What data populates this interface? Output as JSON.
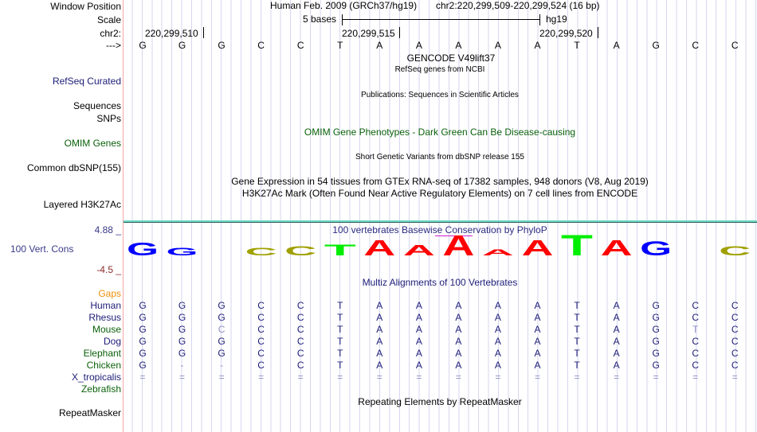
{
  "header": {
    "window_position_label": "Window Position",
    "scale_label": "Scale",
    "chrom_label": "chr2:",
    "strand_label": "--->",
    "assembly": "Human Feb. 2009 (GRCh37/hg19)",
    "position": "chr2:220,299,509-220,299,524 (16 bp)",
    "scale_text": "5 bases",
    "scale_db": "hg19",
    "coords": [
      "220,299,510",
      "220,299,515",
      "220,299,520"
    ]
  },
  "sequence": [
    "G",
    "G",
    "G",
    "C",
    "C",
    "T",
    "A",
    "A",
    "A",
    "A",
    "A",
    "T",
    "A",
    "G",
    "C",
    "C"
  ],
  "tracks": {
    "gencode": "GENCODE V49lift37",
    "refseq_title": "RefSeq genes from NCBI",
    "refseq_label": "RefSeq Curated",
    "publications_title": "Publications: Sequences in Scientific Articles",
    "sequences_label": "Sequences",
    "snps_label": "SNPs",
    "omim_title": "OMIM Gene Phenotypes - Dark Green Can Be Disease-causing",
    "omim_label": "OMIM Genes",
    "dbsnp_title": "Short Genetic Variants from dbSNP release 155",
    "dbsnp_label": "Common dbSNP(155)",
    "gtex_title": "Gene Expression in 54 tissues from GTEx RNA-seq of 17382 samples, 948 donors (V8, Aug 2019)",
    "h3k27_title": "H3K27Ac Mark (Often Found Near Active Regulatory Elements) on 7 cell lines from ENCODE",
    "h3k27_label": "Layered H3K27Ac",
    "cons_title": "100 vertebrates Basewise Conservation by PhyloP",
    "cons_label": "100 Vert. Cons",
    "cons_max": "4.88 _",
    "cons_min": "-4.5 _",
    "multiz_title": "Multiz Alignments of 100 Vertebrates",
    "repeat_title": "Repeating Elements by RepeatMasker",
    "repeat_label": "RepeatMasker"
  },
  "conservation_heights": [
    0.62,
    0.36,
    0,
    0.36,
    0.44,
    0.52,
    0.74,
    0.48,
    0.96,
    0.3,
    0.74,
    1.0,
    0.74,
    0.66,
    0,
    0.44
  ],
  "colors": {
    "A": "#ff0000",
    "C": "#a0a000",
    "G": "#0000ff",
    "T": "#00ee00"
  },
  "alignment": {
    "gaps_label": "Gaps",
    "species": [
      {
        "name": "Human",
        "color": "navy",
        "seq": [
          "G",
          "G",
          "G",
          "C",
          "C",
          "T",
          "A",
          "A",
          "A",
          "A",
          "A",
          "T",
          "A",
          "G",
          "C",
          "C"
        ]
      },
      {
        "name": "Rhesus",
        "color": "navy",
        "seq": [
          "G",
          "G",
          "G",
          "C",
          "C",
          "T",
          "A",
          "A",
          "A",
          "A",
          "A",
          "T",
          "A",
          "G",
          "C",
          "C"
        ]
      },
      {
        "name": "Mouse",
        "color": "green",
        "seq": [
          "G",
          "G",
          "C",
          "C",
          "C",
          "T",
          "A",
          "A",
          "A",
          "A",
          "A",
          "T",
          "A",
          "G",
          "T",
          "C"
        ],
        "diff": [
          2,
          14
        ]
      },
      {
        "name": "Dog",
        "color": "navy",
        "seq": [
          "G",
          "G",
          "G",
          "C",
          "C",
          "T",
          "A",
          "A",
          "A",
          "A",
          "A",
          "T",
          "A",
          "G",
          "C",
          "C"
        ]
      },
      {
        "name": "Elephant",
        "color": "green",
        "seq": [
          "G",
          "G",
          "G",
          "C",
          "C",
          "T",
          "A",
          "A",
          "A",
          "A",
          "A",
          "T",
          "A",
          "G",
          "C",
          "C"
        ]
      },
      {
        "name": "Chicken",
        "color": "green",
        "seq": [
          "G",
          "-",
          "-",
          "C",
          "C",
          "T",
          "A",
          "A",
          "A",
          "A",
          "A",
          "T",
          "A",
          "G",
          "C",
          "C"
        ],
        "diff": [
          1,
          2
        ]
      },
      {
        "name": "X_tropicalis",
        "color": "navy",
        "seq": [
          "=",
          "=",
          "=",
          "=",
          "=",
          "=",
          "=",
          "=",
          "=",
          "=",
          "=",
          "=",
          "=",
          "=",
          "=",
          "="
        ]
      },
      {
        "name": "Zebrafish",
        "color": "green",
        "seq": []
      }
    ]
  }
}
